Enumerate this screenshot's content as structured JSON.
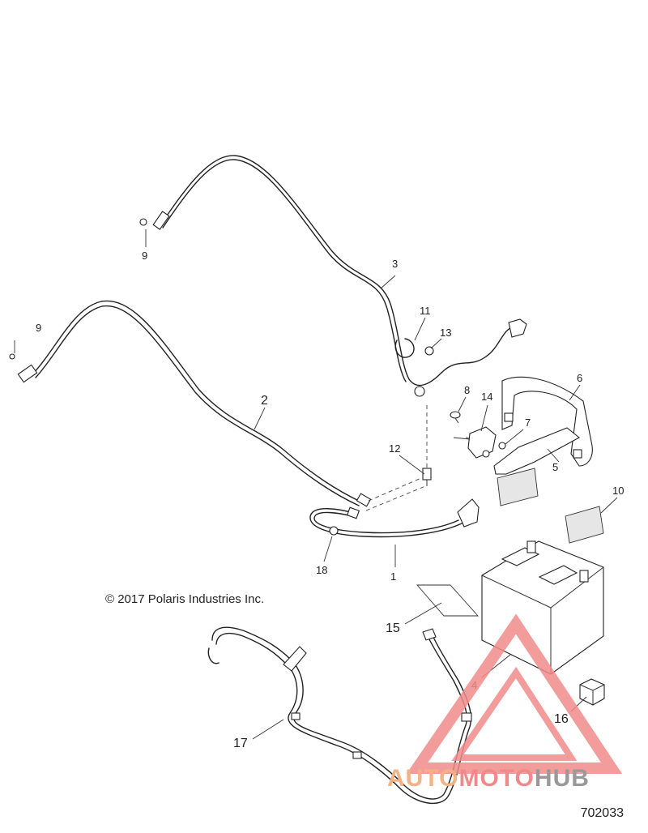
{
  "copyright": "© 2017 Polaris Industries Inc.",
  "diagram_id": "702033",
  "watermark": {
    "part1": "AUTO",
    "part2": "MOTO",
    "part3": "HUB",
    "color_triangle": "#f28b8b"
  },
  "callouts": [
    "1",
    "2",
    "3",
    "4",
    "5",
    "6",
    "7",
    "8",
    "9",
    "9",
    "10",
    "11",
    "12",
    "13",
    "14",
    "15",
    "16",
    "17",
    "18"
  ]
}
